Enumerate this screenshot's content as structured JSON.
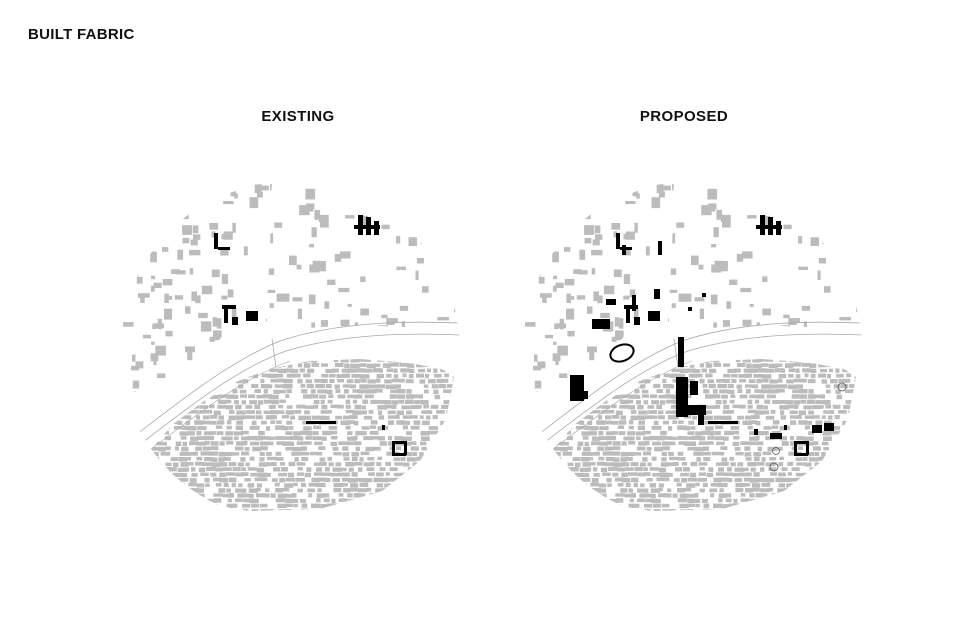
{
  "page_title": "BUILT FABRIC",
  "panels": [
    {
      "id": "existing",
      "title": "EXISTING"
    },
    {
      "id": "proposed",
      "title": "PROPOSED"
    }
  ],
  "colors": {
    "background": "#ffffff",
    "existing_fabric": "#bcbcbc",
    "new_buildings": "#000000",
    "road_lines": "#a8a8a8",
    "text": "#111111"
  }
}
